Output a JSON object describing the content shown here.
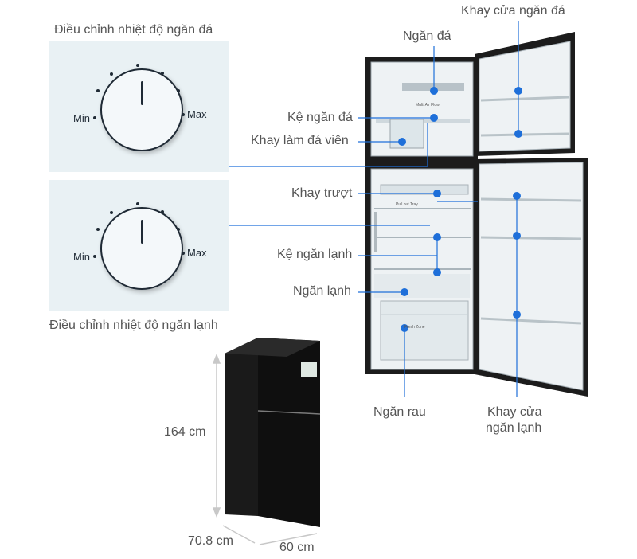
{
  "labels": {
    "freezer_dial_title": "Điều chỉnh nhiệt độ ngăn đá",
    "fridge_dial_title": "Điều chỉnh nhiệt độ ngăn lạnh",
    "freezer_door_tray": "Khay cửa ngăn đá",
    "freezer": "Ngăn đá",
    "freezer_shelf": "Kệ ngăn đá",
    "ice_tray": "Khay làm đá viên",
    "sliding_tray": "Khay trượt",
    "fridge_shelf": "Kệ ngăn lạnh",
    "fridge": "Ngăn lạnh",
    "vegetable_drawer": "Ngăn rau",
    "fridge_door_tray_line1": "Khay cửa",
    "fridge_door_tray_line2": "ngăn lạnh"
  },
  "dials": {
    "min": "Min",
    "max": "Max"
  },
  "interior_text": {
    "multi_air_flow": "Multi Air Flow",
    "fresh_zone": "Fresh Zone",
    "pull_out_tray": "Pull out Tray"
  },
  "dimensions": {
    "height": "164 cm",
    "depth": "70.8 cm",
    "width": "60 cm"
  },
  "colors": {
    "marker": "#1e6fd9",
    "leader_line": "#1e6fd9",
    "fridge_body": "#1a1a1a",
    "panel": "#e9f1f4"
  }
}
